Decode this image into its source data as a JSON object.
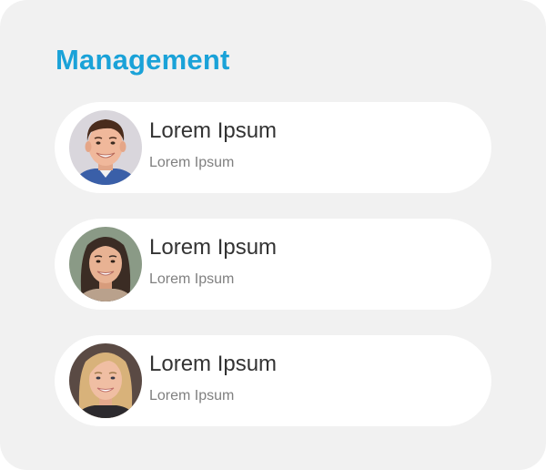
{
  "section": {
    "title": "Management"
  },
  "members": [
    {
      "name": "Lorem Ipsum",
      "role": "Lorem Ipsum",
      "avatar_icon": "person-photo-avatar"
    },
    {
      "name": "Lorem Ipsum",
      "role": "Lorem Ipsum",
      "avatar_icon": "person-photo-avatar"
    },
    {
      "name": "Lorem Ipsum",
      "role": "Lorem Ipsum",
      "avatar_icon": "person-photo-avatar"
    }
  ],
  "colors": {
    "title": "#1aa2d8",
    "card_background": "#f1f1f1",
    "item_background": "#ffffff",
    "name_text": "#333333",
    "role_text": "#808080"
  }
}
